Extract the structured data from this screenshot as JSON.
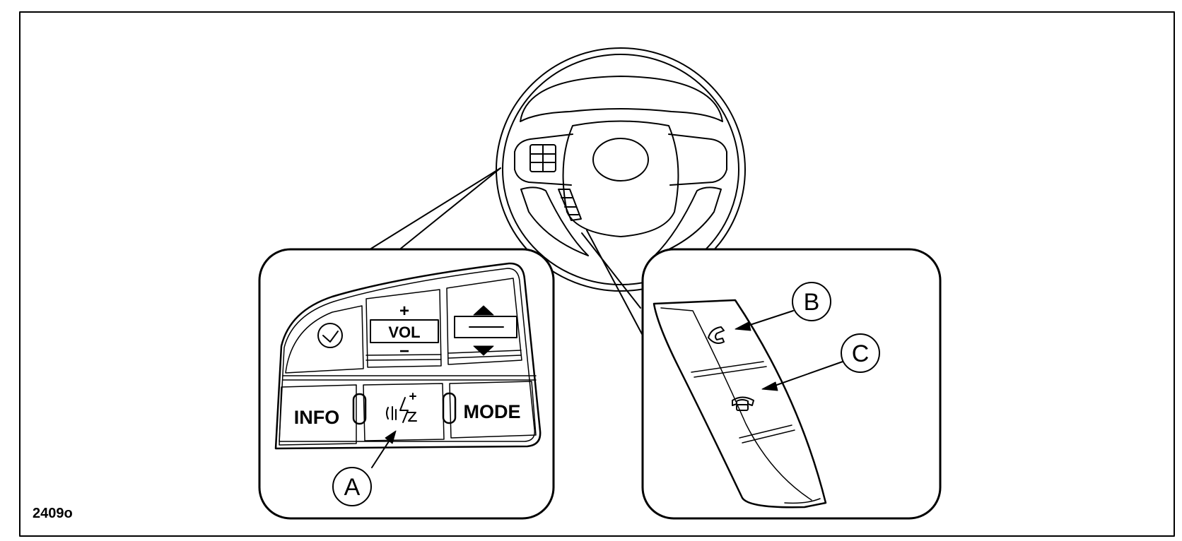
{
  "figure_id": "2409o",
  "left_panel": {
    "vol_label": "VOL",
    "vol_plus": "+",
    "vol_minus": "−",
    "info_label": "INFO",
    "mode_label": "MODE"
  },
  "callouts": {
    "a": "A",
    "b": "B",
    "c": "C"
  }
}
